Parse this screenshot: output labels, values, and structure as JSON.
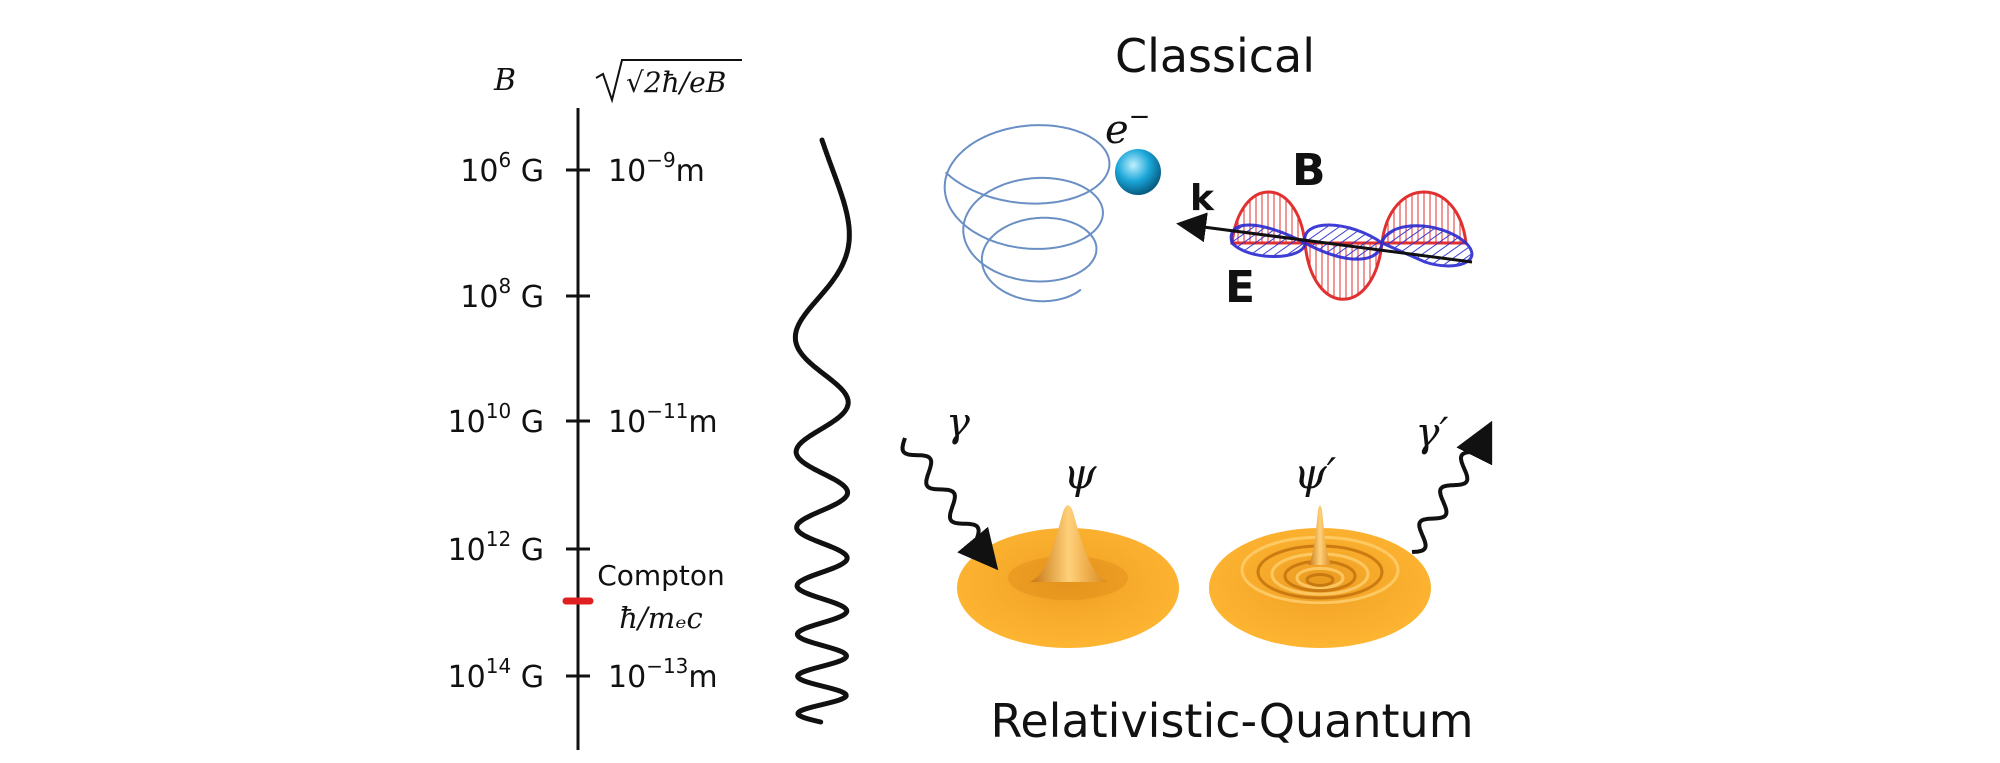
{
  "titles": {
    "top": "Classical",
    "bottom": "Relativistic-Quantum"
  },
  "scale": {
    "header_left": "B",
    "header_right": "√2ħ/eB",
    "rows": [
      {
        "b_base": "10",
        "b_exp": "6",
        "b_unit": "G",
        "len_base": "10",
        "len_exp": "−9",
        "len_unit": "m"
      },
      {
        "b_base": "10",
        "b_exp": "8",
        "b_unit": "G",
        "len_base": "",
        "len_exp": "",
        "len_unit": ""
      },
      {
        "b_base": "10",
        "b_exp": "10",
        "b_unit": "G",
        "len_base": "10",
        "len_exp": "−11",
        "len_unit": "m"
      },
      {
        "b_base": "10",
        "b_exp": "12",
        "b_unit": "G",
        "len_base": "",
        "len_exp": "",
        "len_unit": ""
      },
      {
        "b_base": "10",
        "b_exp": "14",
        "b_unit": "G",
        "len_base": "10",
        "len_exp": "−13",
        "len_unit": "m"
      }
    ],
    "compton_label": "Compton",
    "compton_formula": "ħ/mₑc"
  },
  "classical": {
    "electron_label": "e",
    "electron_sup": "−",
    "k_label": "k",
    "b_label": "B",
    "e_label": "E"
  },
  "quantum": {
    "gamma_in": "γ",
    "gamma_out": "γ′",
    "psi": "ψ",
    "psi_prime": "ψ′"
  },
  "colors": {
    "helix": "#6a8fc4",
    "electron": "#1aa6d8",
    "b_field": "#e03030",
    "e_field": "#2a2ad0",
    "compton_mark": "#e02020",
    "wavefunction": "#f5a623"
  }
}
